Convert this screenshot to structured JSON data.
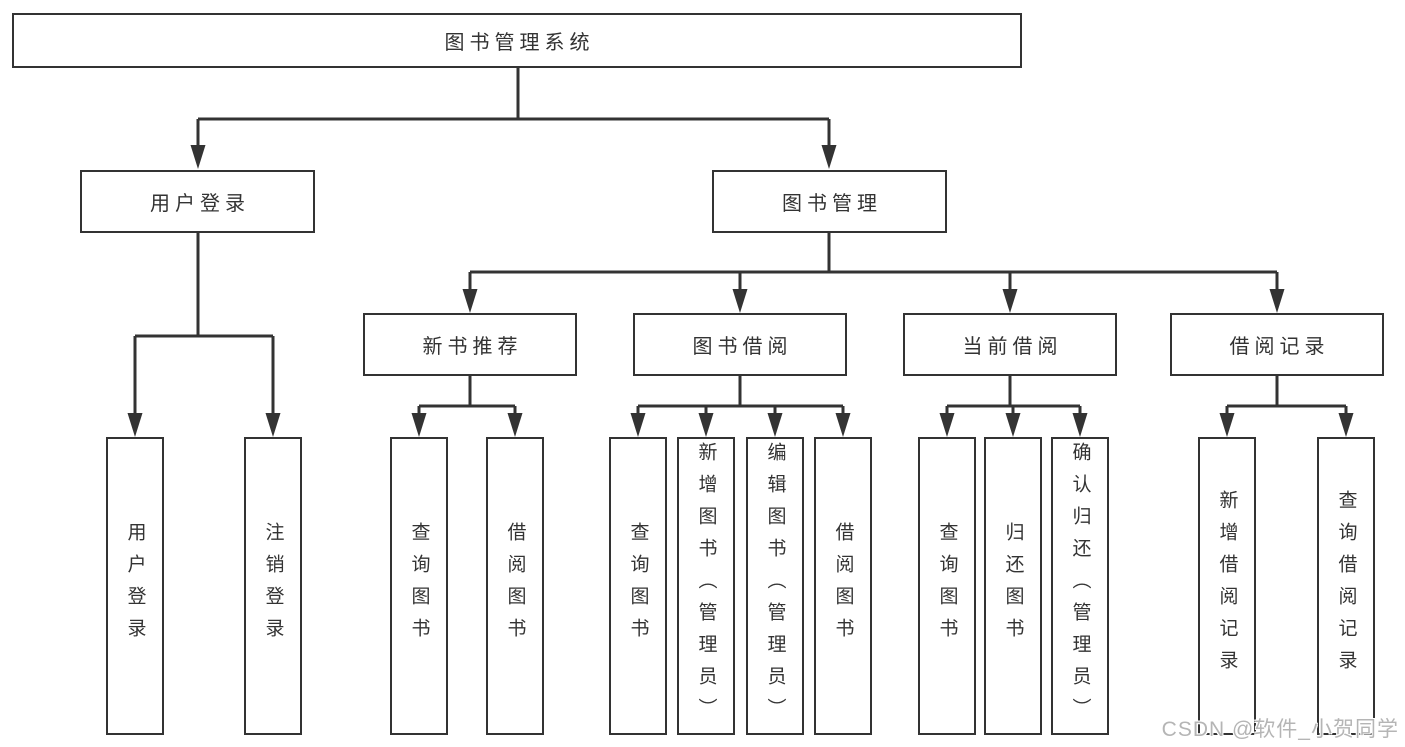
{
  "diagram": {
    "type": "hierarchy",
    "root": {
      "label": "图书管理系统"
    },
    "level2": [
      {
        "label": "用户登录"
      },
      {
        "label": "图书管理"
      }
    ],
    "level3": [
      {
        "label": "新书推荐",
        "parent": "图书管理"
      },
      {
        "label": "图书借阅",
        "parent": "图书管理"
      },
      {
        "label": "当前借阅",
        "parent": "图书管理"
      },
      {
        "label": "借阅记录",
        "parent": "图书管理"
      }
    ],
    "leaves": [
      {
        "label": "用户登录",
        "parent": "用户登录"
      },
      {
        "label": "注销登录",
        "parent": "用户登录"
      },
      {
        "label": "查询图书",
        "parent": "新书推荐"
      },
      {
        "label": "借阅图书",
        "parent": "新书推荐"
      },
      {
        "label": "查询图书",
        "parent": "图书借阅"
      },
      {
        "label": "新增图书（管理员）",
        "parent": "图书借阅"
      },
      {
        "label": "编辑图书（管理员）",
        "parent": "图书借阅"
      },
      {
        "label": "借阅图书",
        "parent": "图书借阅"
      },
      {
        "label": "查询图书",
        "parent": "当前借阅"
      },
      {
        "label": "归还图书",
        "parent": "当前借阅"
      },
      {
        "label": "确认归还（管理员）",
        "parent": "当前借阅"
      },
      {
        "label": "新增借阅记录",
        "parent": "借阅记录"
      },
      {
        "label": "查询借阅记录",
        "parent": "借阅记录"
      }
    ]
  },
  "watermark": {
    "text": "CSDN @软件_小贺同学"
  },
  "colors": {
    "line": "#333333",
    "box_border": "#333333",
    "text": "#333333",
    "background": "#ffffff",
    "watermark": "#b5b5b5"
  }
}
